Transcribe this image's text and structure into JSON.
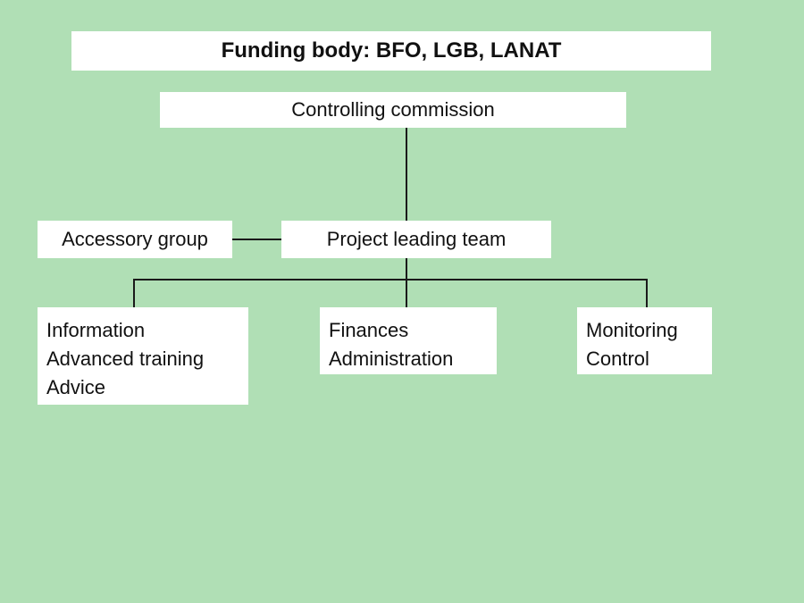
{
  "funding_body": "Funding body: BFO, LGB, LANAT",
  "controlling_commission": "Controlling commission",
  "accessory_group": "Accessory group",
  "project_leading_team": "Project leading team",
  "units": [
    {
      "lines": [
        "Information",
        "Advanced training",
        "Advice"
      ]
    },
    {
      "lines": [
        "Finances",
        "Administration"
      ]
    },
    {
      "lines": [
        "Monitoring",
        "Control"
      ]
    }
  ],
  "colors": {
    "background": "#b0dfb5",
    "box": "#ffffff",
    "line": "#1a1a1a"
  }
}
